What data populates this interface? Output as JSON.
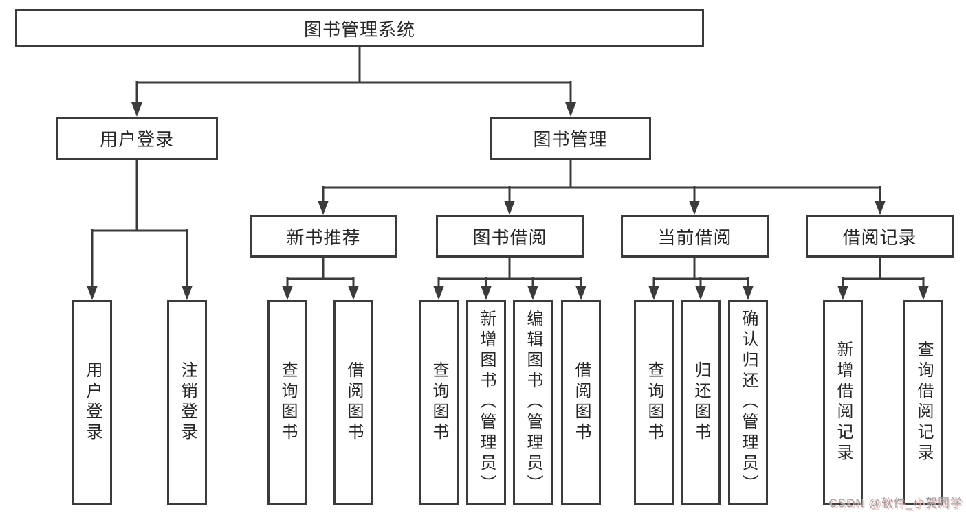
{
  "diagram_title": "图书管理系统",
  "colors": {
    "line": "#3b3b3b",
    "box_border": "#3b3b3b",
    "text": "#262626",
    "watermark_text": "#9c9c9c",
    "watermark_shadow": "#eeb5b5"
  },
  "nodes": {
    "root": "图书管理系统",
    "user_login": "用户登录",
    "book_management": "图书管理",
    "new_book_recommend": "新书推荐",
    "book_borrow": "图书借阅",
    "current_borrow": "当前借阅",
    "borrow_records": "借阅记录",
    "leaf_user_login": "用户登录",
    "leaf_logout": "注销登录",
    "leaf_query_book_1": "查询图书",
    "leaf_borrow_book_1": "借阅图书",
    "leaf_query_book_2": "查询图书",
    "leaf_add_book": "新增图书（管理员）",
    "leaf_edit_book": "编辑图书（管理员）",
    "leaf_borrow_book_2": "借阅图书",
    "leaf_query_book_3": "查询图书",
    "leaf_return_book": "归还图书",
    "leaf_confirm_return": "确认归还（管理员）",
    "leaf_add_record": "新增借阅记录",
    "leaf_query_record": "查询借阅记录"
  },
  "hierarchy": {
    "图书管理系统": {
      "用户登录": [
        "用户登录",
        "注销登录"
      ],
      "图书管理": {
        "新书推荐": [
          "查询图书",
          "借阅图书"
        ],
        "图书借阅": [
          "查询图书",
          "新增图书（管理员）",
          "编辑图书（管理员）",
          "借阅图书"
        ],
        "当前借阅": [
          "查询图书",
          "归还图书",
          "确认归还（管理员）"
        ],
        "借阅记录": [
          "新增借阅记录",
          "查询借阅记录"
        ]
      }
    }
  },
  "watermark": {
    "text": "CSDN @软件_小贺同学"
  }
}
